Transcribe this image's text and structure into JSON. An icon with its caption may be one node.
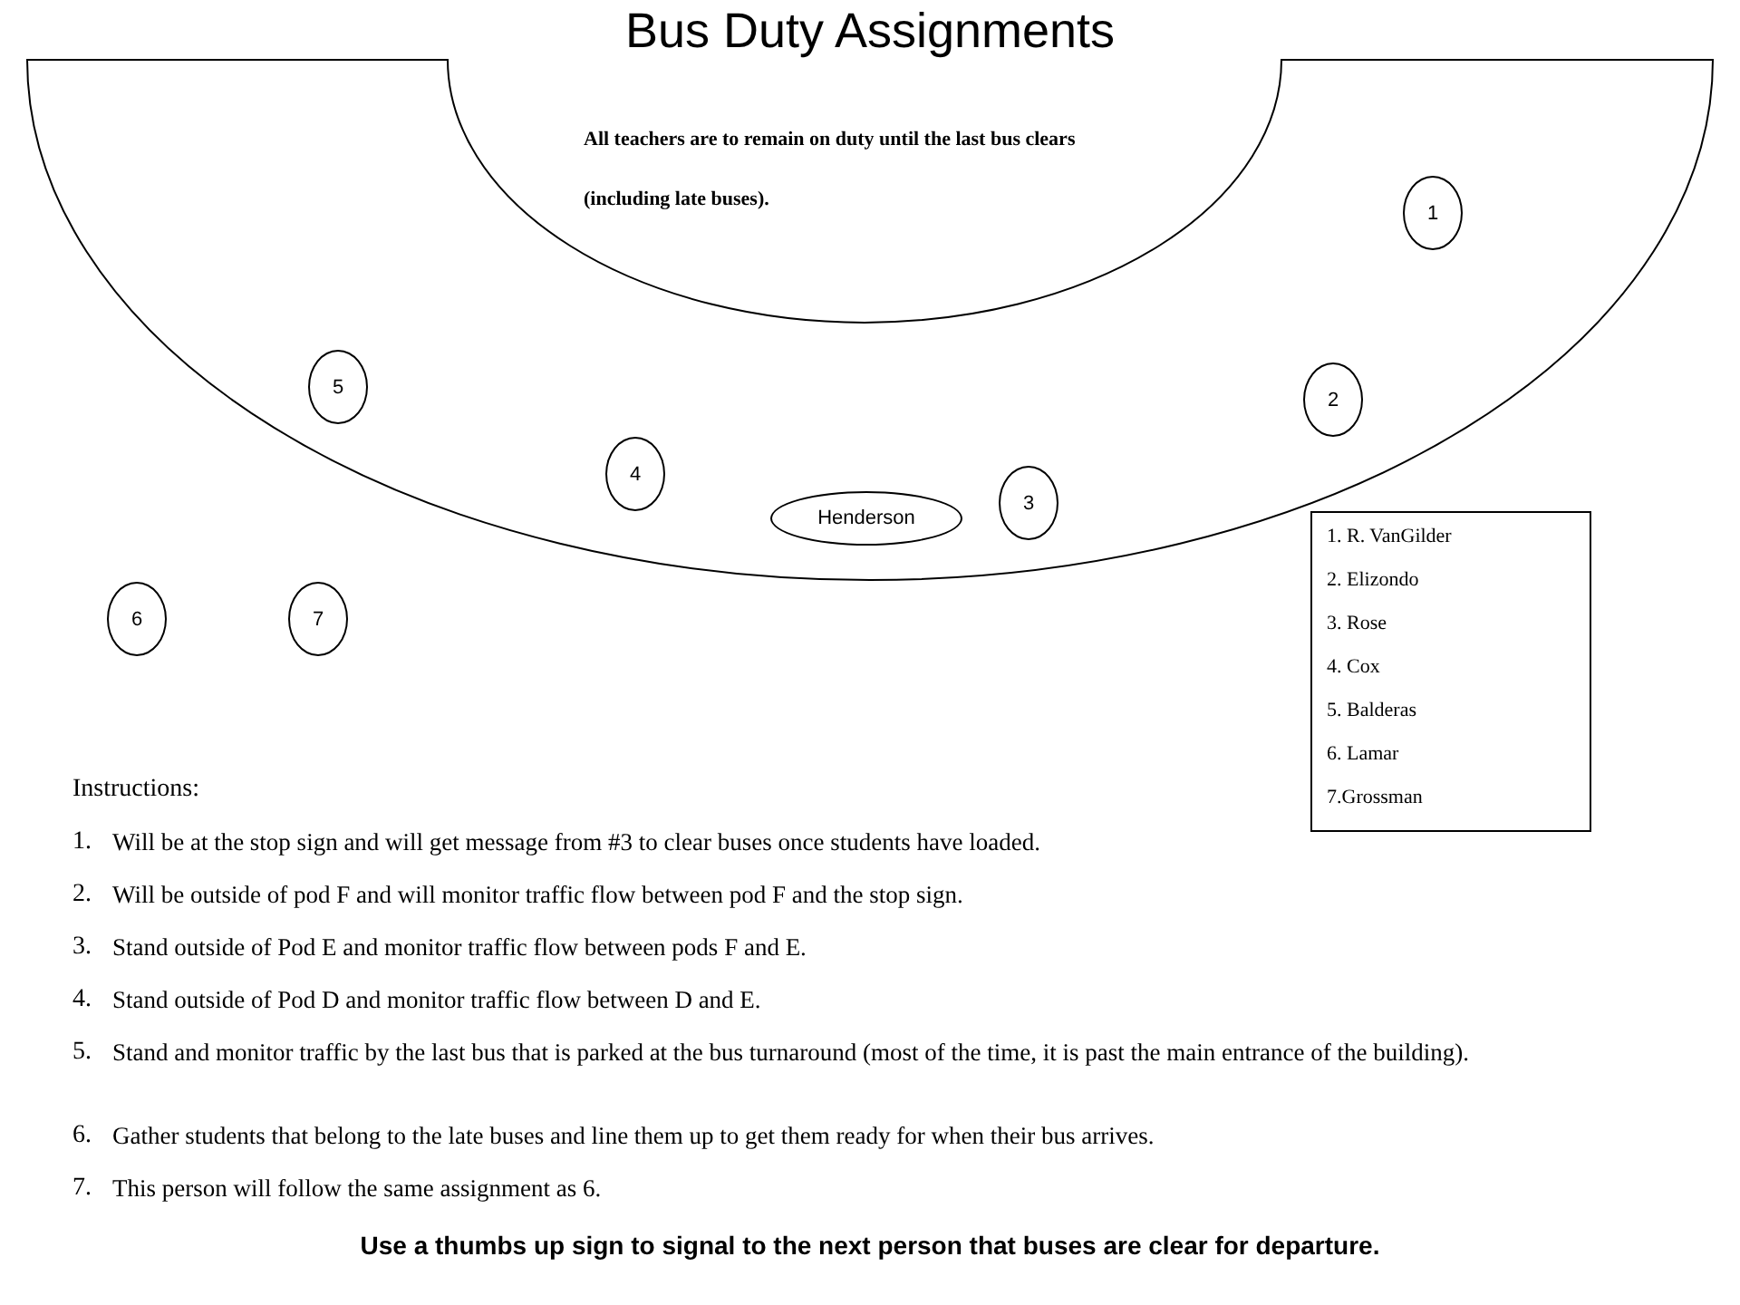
{
  "diagram": {
    "title": "Bus Duty Assignments",
    "caption": "Use a thumbs up sign to signal to the next person that buses are clear for departure.",
    "nodes": [
      {
        "text": [
          "1"
        ]
      },
      {
        "text": [
          "5"
        ]
      },
      {
        "text": [
          "2"
        ]
      },
      {
        "text": [
          "4"
        ]
      },
      {
        "text": [
          "3"
        ]
      },
      {
        "text": [
          "Henderson"
        ]
      },
      {
        "text": [
          "6"
        ]
      },
      {
        "text": [
          "7"
        ]
      },
      {
        "text": [
          "1. R. VanGilder",
          "2. Elizondo",
          "3. Rose",
          "4. Cox",
          "5. Balderas",
          "6. Lamar",
          "7.Grossman"
        ]
      }
    ],
    "edges": [],
    "labels": [
      "All teachers are to remain on duty until the last bus clears (including late buses).",
      "Instructions:",
      "1.",
      "Will be at the stop sign and will get message from #3 to clear buses once students have loaded.",
      "2.",
      "Will be outside of pod F and will monitor traffic flow between pod F and the stop sign.",
      "3.",
      "Stand outside of Pod E and monitor traffic flow between pods F and E.",
      "4.",
      "Stand outside of Pod D and monitor traffic flow between D and E.",
      "5.",
      "Stand and monitor traffic by the last bus that is parked at the bus turnaround (most of the time, it is past the main entrance of the building).",
      "6.",
      "Gather students that belong to the late buses and line them up to get them ready for when their bus arrives.",
      "7.",
      "This person will follow the same assignment as 6."
    ]
  }
}
